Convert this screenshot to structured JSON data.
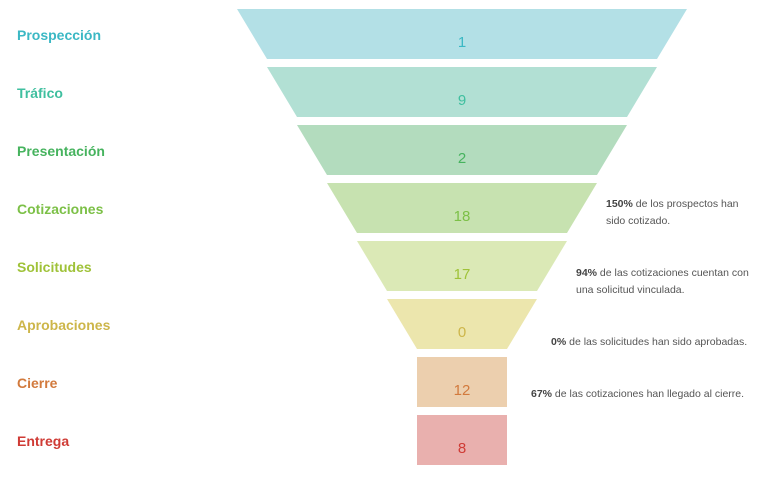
{
  "chart_data": {
    "type": "funnel",
    "categories": [
      "Prospección",
      "Tráfico",
      "Presentación",
      "Cotizaciones",
      "Solicitudes",
      "Aprobaciones",
      "Cierre",
      "Entrega"
    ],
    "values": [
      1,
      9,
      2,
      18,
      17,
      0,
      12,
      8
    ],
    "colors": {
      "fills": [
        "#b3e0e6",
        "#b2e0d4",
        "#b3dcbe",
        "#c7e2b0",
        "#dbe9b6",
        "#ece6ad",
        "#eccfae",
        "#e9b0ae"
      ],
      "labels": [
        "#3bb8c4",
        "#3fbf9f",
        "#46b35e",
        "#7cc047",
        "#9fc238",
        "#cdb64a",
        "#d27a3d",
        "#cf3b35"
      ]
    },
    "annotations": [
      {
        "stage": "Cotizaciones",
        "percent": "150%",
        "text": " de los prospectos han sido cotizado."
      },
      {
        "stage": "Solicitudes",
        "percent": "94%",
        "text": " de las cotizaciones cuentan con una solicitud vinculada."
      },
      {
        "stage": "Aprobaciones",
        "percent": "0%",
        "text": " de las solicitudes han sido aprobadas."
      },
      {
        "stage": "Cierre",
        "percent": "67%",
        "text": " de las cotizaciones han llegado al cierre."
      }
    ]
  }
}
